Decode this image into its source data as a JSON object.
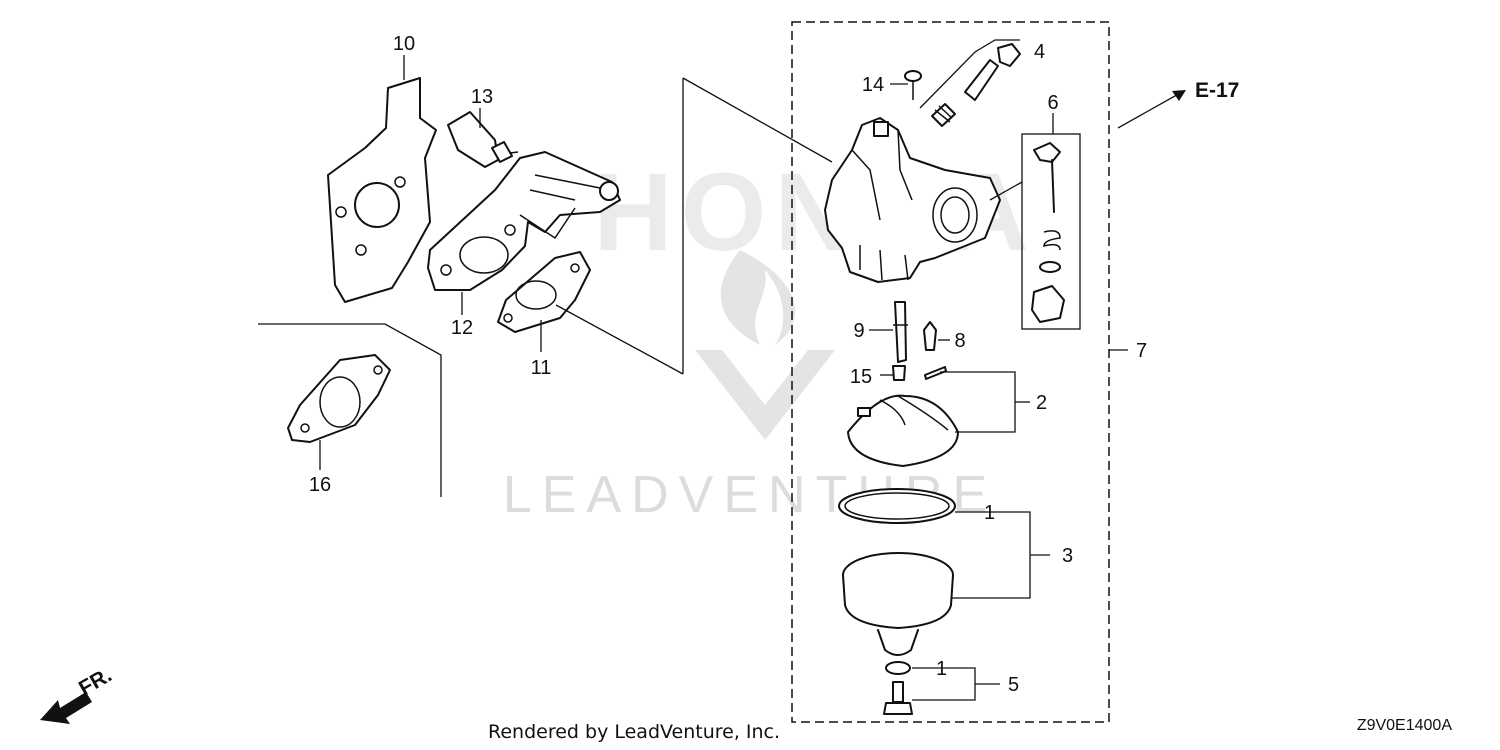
{
  "callouts": {
    "c1a": "1",
    "c1b": "1",
    "c2": "2",
    "c3": "3",
    "c4": "4",
    "c5": "5",
    "c6": "6",
    "c7": "7",
    "c8": "8",
    "c9": "9",
    "c10": "10",
    "c11": "11",
    "c12": "12",
    "c13": "13",
    "c14": "14",
    "c15": "15",
    "c16": "16"
  },
  "reference": "E-17",
  "front_marker": "FR.",
  "watermark": {
    "brand": "HONDA",
    "company": "LEADVENTURE"
  },
  "footer": {
    "credit": "Rendered by LeadVenture, Inc.",
    "diagram_code": "Z9V0E1400A"
  },
  "colors": {
    "line": "#111111",
    "background": "#ffffff",
    "watermark": "#dcdcdc"
  }
}
